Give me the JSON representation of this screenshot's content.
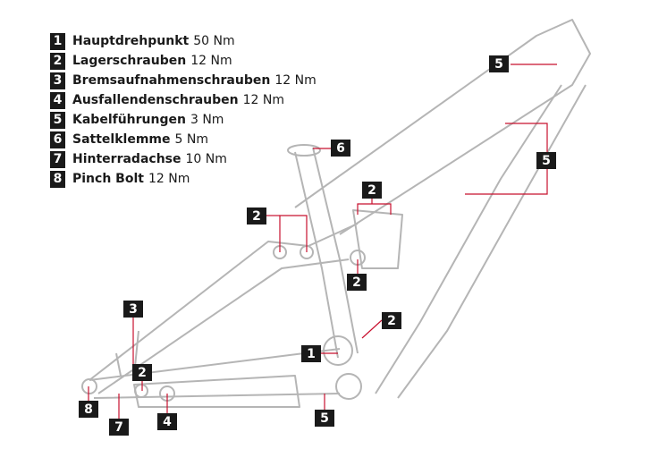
{
  "legend": [
    {
      "num": "1",
      "name": "Hauptdrehpunkt",
      "value": "50 Nm"
    },
    {
      "num": "2",
      "name": "Lagerschrauben",
      "value": "12 Nm"
    },
    {
      "num": "3",
      "name": "Bremsaufnahmenschrauben",
      "value": "12 Nm"
    },
    {
      "num": "4",
      "name": "Ausfallendenschrauben",
      "value": "12 Nm"
    },
    {
      "num": "5",
      "name": "Kabelführungen",
      "value": "3 Nm"
    },
    {
      "num": "6",
      "name": "Sattelklemme",
      "value": "5 Nm"
    },
    {
      "num": "7",
      "name": "Hinterradachse",
      "value": "10 Nm"
    },
    {
      "num": "8",
      "name": "Pinch Bolt",
      "value": "12 Nm"
    }
  ],
  "callouts": {
    "c5_top": "5",
    "c6": "6",
    "c5_right": "5",
    "c2_top": "2",
    "c2_left": "2",
    "c2_mid": "2",
    "c2_right": "2",
    "c1": "1",
    "c3": "3",
    "c2_low": "2",
    "c8": "8",
    "c7": "7",
    "c4": "4",
    "c5_bottom": "5"
  },
  "colors": {
    "accent": "#c8102e",
    "frame": "#b0b0b0",
    "label_bg": "#1a1a1a"
  }
}
